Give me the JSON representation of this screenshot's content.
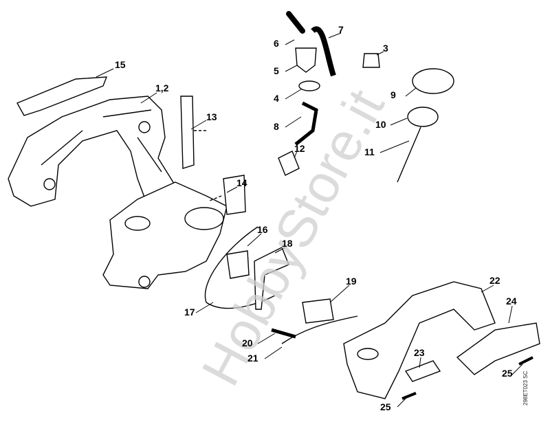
{
  "diagram": {
    "callouts": [
      "15",
      "1,2",
      "13",
      "14",
      "16",
      "18",
      "17",
      "19",
      "20",
      "21",
      "22",
      "24",
      "23",
      "25",
      "25",
      "7",
      "6",
      "3",
      "5",
      "4",
      "9",
      "8",
      "10",
      "11",
      "12"
    ],
    "drawing_code": "298ET023 SC",
    "watermark": "HobbyStore.it"
  }
}
